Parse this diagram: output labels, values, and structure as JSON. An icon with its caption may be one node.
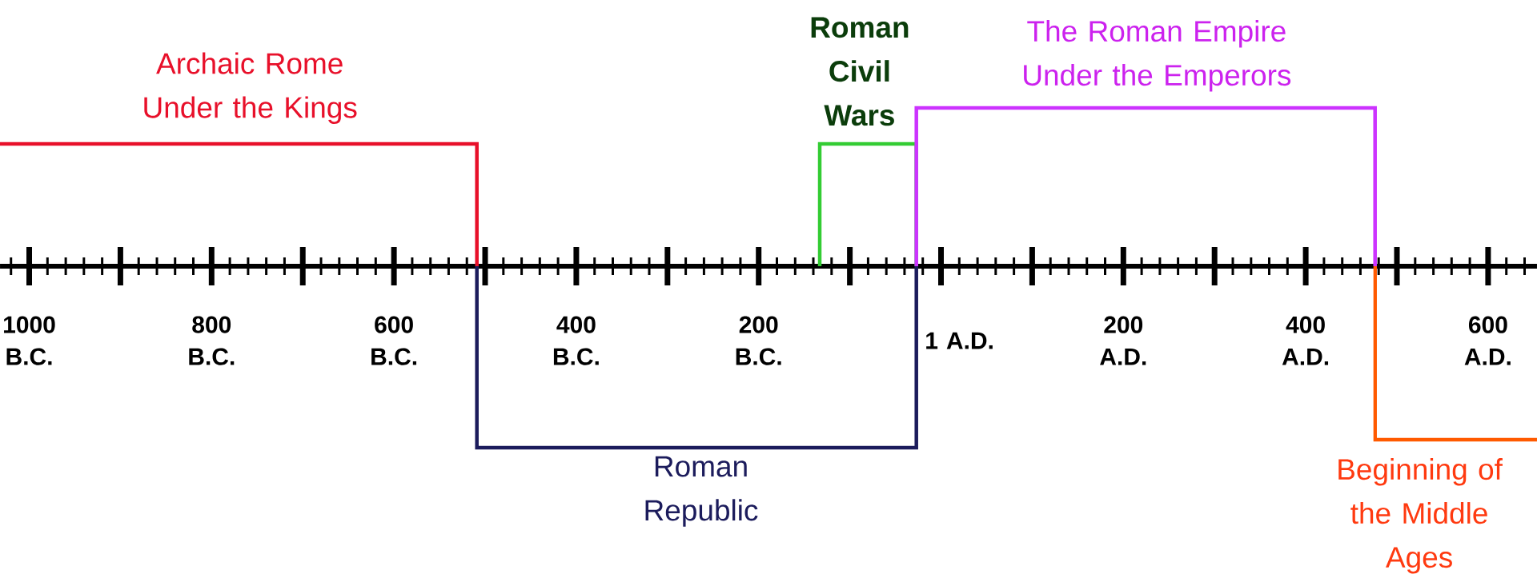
{
  "diagram": {
    "labels": [
      "Archaic Rome Under the Kings",
      "Roman Civil Wars",
      "The Roman Empire Under the Emperors",
      "1000 B.C.",
      "800 B.C.",
      "600 B.C.",
      "400 B.C.",
      "200 B.C.",
      "1 A.D.",
      "200 A.D.",
      "400 A.D.",
      "600 A.D.",
      "Roman Republic",
      "Beginning of the Middle Ages"
    ]
  }
}
